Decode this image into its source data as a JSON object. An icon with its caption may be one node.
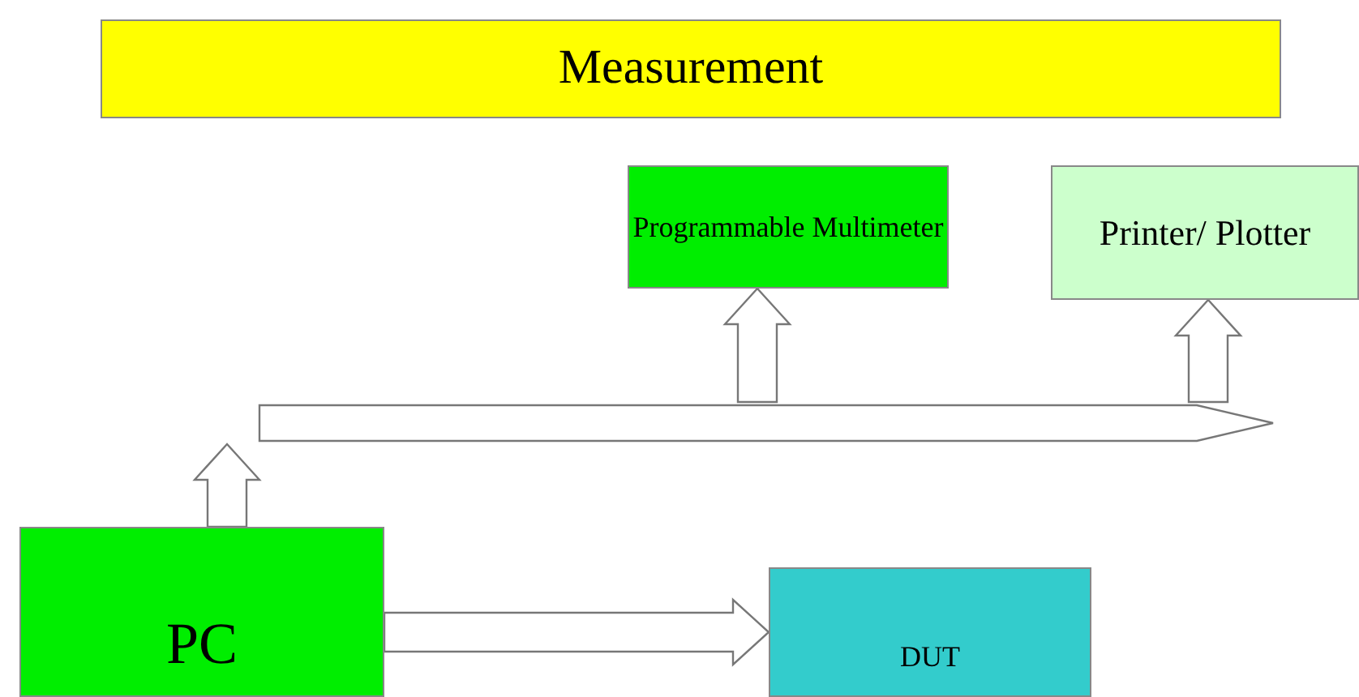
{
  "diagram": {
    "nodes": [
      {
        "text": [
          "Measurement"
        ]
      },
      {
        "text": [
          "Programmable Multimeter"
        ]
      },
      {
        "text": [
          "Printer/ Plotter"
        ]
      },
      {
        "text": [
          "PC"
        ]
      },
      {
        "text": [
          "DUT"
        ]
      },
      {
        "text": [],
        "shape": "bar"
      }
    ],
    "edges": [
      {
        "from": 3,
        "to": 5,
        "arrow": "to"
      },
      {
        "from": 5,
        "to": 1,
        "arrow": "to"
      },
      {
        "from": 5,
        "to": 2,
        "arrow": "to"
      },
      {
        "from": 3,
        "to": 4,
        "arrow": "to"
      }
    ]
  }
}
